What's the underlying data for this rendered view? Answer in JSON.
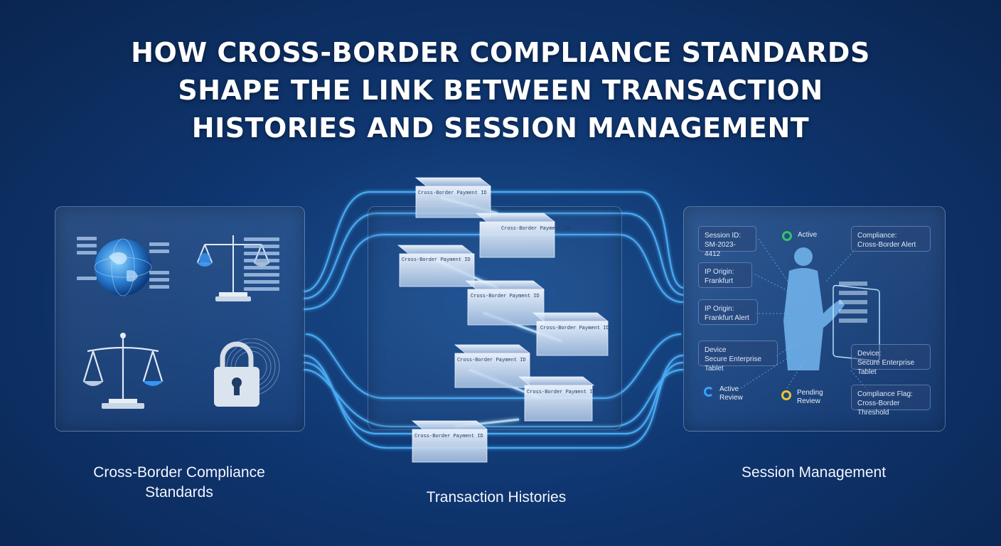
{
  "title": {
    "lines": [
      "HOW CROSS-BORDER COMPLIANCE STANDARDS",
      "SHAPE THE LINK BETWEEN TRANSACTION",
      "HISTORIES AND SESSION MANAGEMENT"
    ]
  },
  "left_panel": {
    "label": "Cross-Border Compliance\nStandards",
    "icons": [
      "globe-checklist-icon",
      "scales-checklist-icon",
      "scales-of-justice-icon",
      "padlock-fingerprint-icon"
    ]
  },
  "middle_panel": {
    "label": "Transaction Histories",
    "block_title": "Cross-Border Payment ID"
  },
  "right_panel": {
    "label": "Session Management",
    "session_id": {
      "key": "Session ID:",
      "value": "SM-2023-4412"
    },
    "active": "Active",
    "compliance": {
      "key": "Compliance:",
      "value": "Cross-Border Alert"
    },
    "ip_origin_1": {
      "key": "IP Origin:",
      "value": "Frankfurt"
    },
    "ip_origin_2": {
      "key": "IP Origin:",
      "value": "Frankfurt Alert"
    },
    "device_1": {
      "key": "Device",
      "value": "Secure Enterprise Tablet"
    },
    "device_2": {
      "key": "Device:",
      "value": "Secure Enterprise Tablet"
    },
    "active_review": "Active\nReview",
    "pending_review": "Pending\nReview",
    "compliance_flag": {
      "key": "Compliance Flag:",
      "value": "Cross-Border Threshold"
    }
  },
  "colors": {
    "flow_line": "#4fb6ff",
    "active_green": "#35c46a",
    "active_review_blue": "#3aa0ff",
    "pending_yellow": "#e8c630"
  }
}
